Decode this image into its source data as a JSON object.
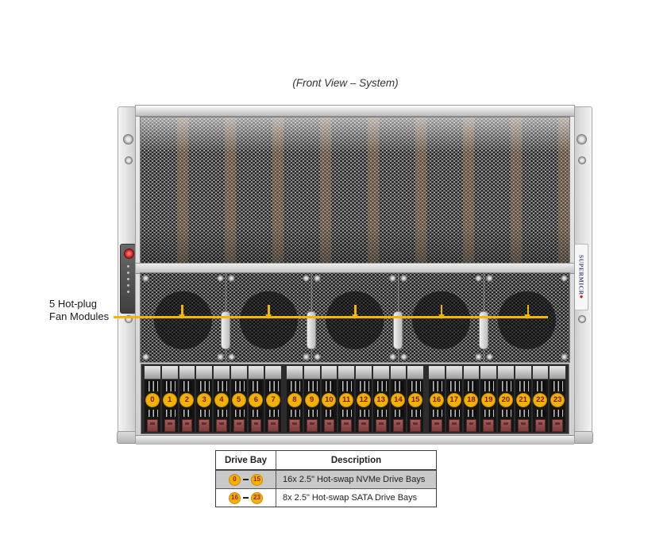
{
  "figure": {
    "title": "(Front View – System)"
  },
  "annotation": {
    "line1": "5 Hot-plug",
    "line2": "Fan Modules",
    "line_color": "#F2B705"
  },
  "chassis": {
    "brand_letters": "SUPERMICR",
    "brand_dot": "●",
    "fan_count": 5,
    "drive_bay_numbers": [
      "0",
      "1",
      "2",
      "3",
      "4",
      "5",
      "6",
      "7",
      "8",
      "9",
      "10",
      "11",
      "12",
      "13",
      "14",
      "15",
      "16",
      "17",
      "18",
      "19",
      "20",
      "21",
      "22",
      "23"
    ],
    "badge_color": "#F2B203",
    "badge_text_color": "#8F1A1A"
  },
  "table": {
    "headers": [
      "Drive Bay",
      "Description"
    ],
    "rows": [
      {
        "from": "0",
        "to": "15",
        "description": "16x 2.5\" Hot-swap NVMe Drive Bays",
        "shaded": true
      },
      {
        "from": "16",
        "to": "23",
        "description": "8x 2.5\" Hot-swap SATA Drive Bays",
        "shaded": false
      }
    ]
  }
}
